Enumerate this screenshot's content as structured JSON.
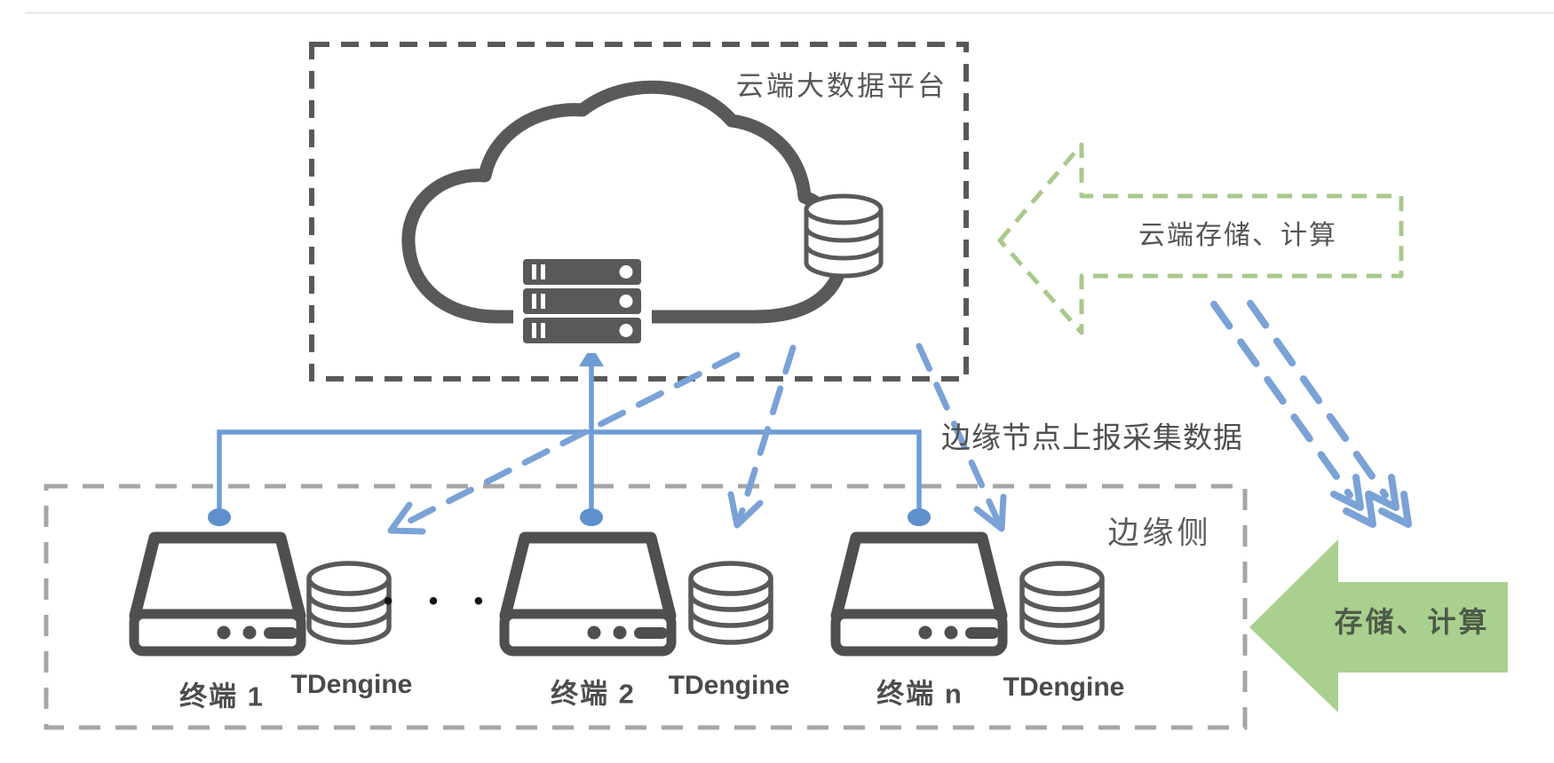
{
  "diagram": {
    "cloud_box": {
      "title": "云端大数据平台"
    },
    "edge_box": {
      "title": "边缘侧"
    },
    "labels": {
      "cloud_dashed_arrow": "云端存储、计算",
      "edge_solid_arrow": "存储、计算",
      "bus_annotation": "边缘节点上报采集数据",
      "ellipsis": "•  •  •"
    },
    "terminals": [
      {
        "name": "终端 1",
        "db": "TDengine"
      },
      {
        "name": "终端 2",
        "db": "TDengine"
      },
      {
        "name": "终端 n",
        "db": "TDengine"
      }
    ],
    "icons": [
      "cloud-icon",
      "server-rack-icon",
      "database-icon",
      "terminal-device-icon",
      "left-arrow-shape"
    ],
    "colors": {
      "dark_gray": "#595959",
      "light_gray_border": "#a6a6a6",
      "blue": "#6f9cd6",
      "blue_dot": "#5d90cc",
      "green_fill": "#a9d08e",
      "green_outline": "#a9c98c",
      "text": "#4d4d4d"
    }
  }
}
